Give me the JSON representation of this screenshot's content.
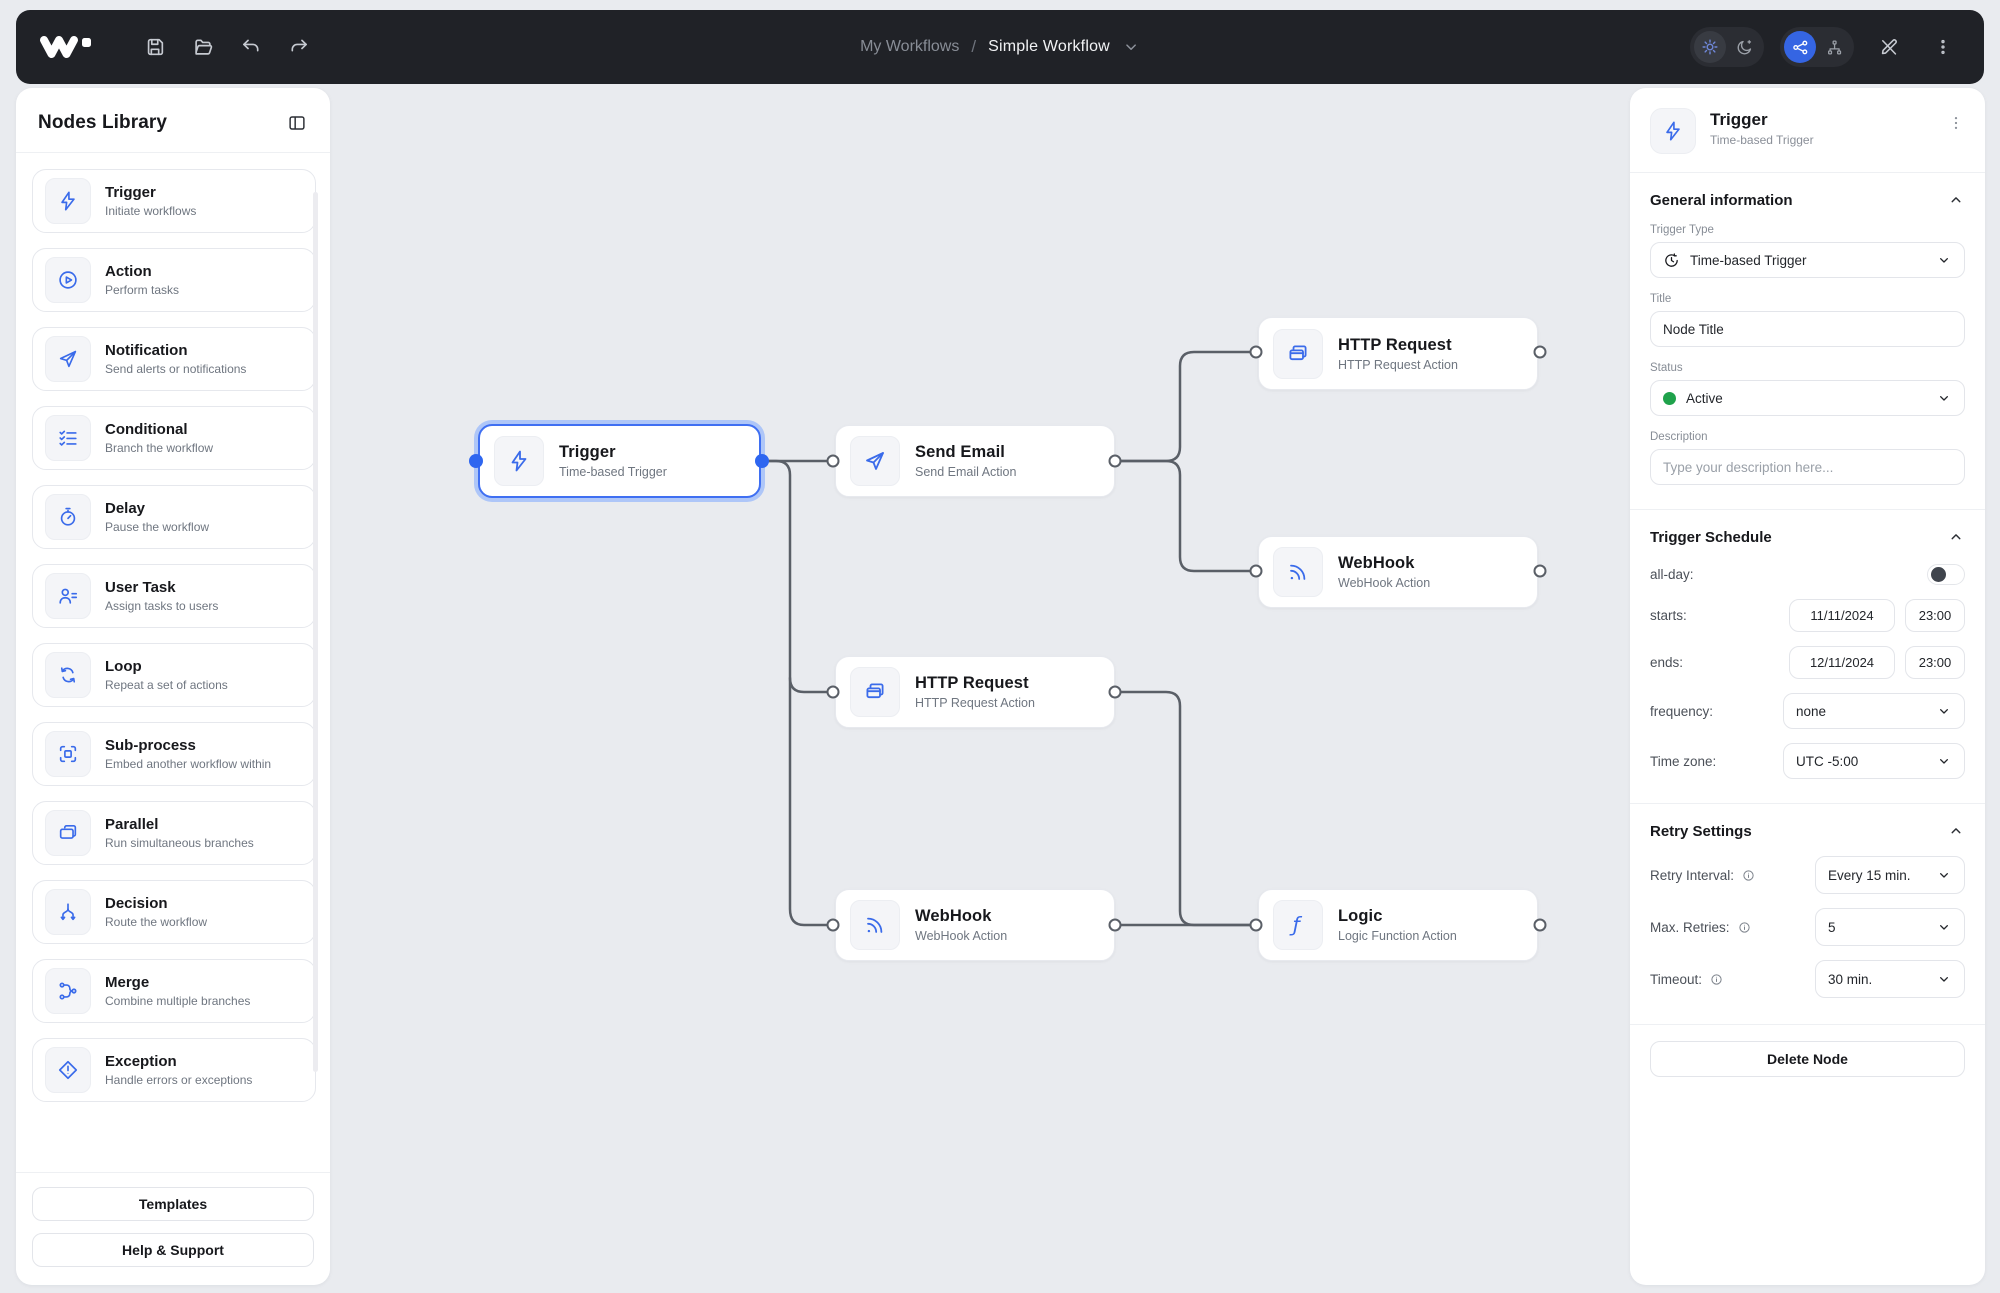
{
  "topbar": {
    "breadcrumb": {
      "parent": "My Workflows",
      "separator": "/",
      "current": "Simple Workflow"
    },
    "icons": [
      "save-icon",
      "folder-icon",
      "undo-icon",
      "redo-icon",
      "sun-icon",
      "moon-icon",
      "flow-horizontal-icon",
      "flow-vertical-icon",
      "pencil-slash-icon",
      "kebab-icon"
    ]
  },
  "sidebar": {
    "title": "Nodes Library",
    "collapse_icon": "panel-collapse-icon",
    "items": [
      {
        "label": "Trigger",
        "desc": "Initiate workflows",
        "icon": "bolt-icon"
      },
      {
        "label": "Action",
        "desc": "Perform tasks",
        "icon": "play-circle-icon"
      },
      {
        "label": "Notification",
        "desc": "Send alerts or notifications",
        "icon": "paper-plane-icon"
      },
      {
        "label": "Conditional",
        "desc": "Branch the workflow",
        "icon": "checklist-icon"
      },
      {
        "label": "Delay",
        "desc": "Pause the workflow",
        "icon": "stopwatch-icon"
      },
      {
        "label": "User Task",
        "desc": "Assign tasks to users",
        "icon": "user-task-icon"
      },
      {
        "label": "Loop",
        "desc": "Repeat a set of actions",
        "icon": "loop-icon"
      },
      {
        "label": "Sub-process",
        "desc": "Embed another workflow within",
        "icon": "frame-icon"
      },
      {
        "label": "Parallel",
        "desc": "Run simultaneous branches",
        "icon": "layers-icon"
      },
      {
        "label": "Decision",
        "desc": "Route the workflow",
        "icon": "split-icon"
      },
      {
        "label": "Merge",
        "desc": "Combine multiple branches",
        "icon": "merge-icon"
      },
      {
        "label": "Exception",
        "desc": "Handle errors or exceptions",
        "icon": "warning-diamond-icon"
      }
    ],
    "templates_label": "Templates",
    "help_label": "Help & Support"
  },
  "canvas": {
    "nodes": [
      {
        "title": "Trigger",
        "subtitle": "Time-based Trigger",
        "icon": "bolt-icon",
        "selected": true
      },
      {
        "title": "Send Email",
        "subtitle": "Send Email Action",
        "icon": "paper-plane-icon"
      },
      {
        "title": "HTTP Request",
        "subtitle": "HTTP Request Action",
        "icon": "browser-windows-icon"
      },
      {
        "title": "WebHook",
        "subtitle": "WebHook Action",
        "icon": "rss-icon"
      },
      {
        "title": "HTTP Request",
        "subtitle": "HTTP Request Action",
        "icon": "browser-windows-icon"
      },
      {
        "title": "WebHook",
        "subtitle": "WebHook Action",
        "icon": "rss-icon"
      },
      {
        "title": "Logic",
        "subtitle": "Logic Function Action",
        "icon": "function-icon"
      }
    ]
  },
  "inspector": {
    "title": "Trigger",
    "subtitle": "Time-based Trigger",
    "general": {
      "title": "General information",
      "trigger_type_label": "Trigger Type",
      "trigger_type_value": "Time-based Trigger",
      "title_label": "Title",
      "title_value": "Node Title",
      "status_label": "Status",
      "status_value": "Active",
      "description_label": "Description",
      "description_placeholder": "Type your description here..."
    },
    "schedule": {
      "title": "Trigger Schedule",
      "allday_label": "all-day:",
      "starts_label": "starts:",
      "starts_date": "11/11/2024",
      "starts_time": "23:00",
      "ends_label": "ends:",
      "ends_date": "12/11/2024",
      "ends_time": "23:00",
      "frequency_label": "frequency:",
      "frequency_value": "none",
      "timezone_label": "Time zone:",
      "timezone_value": "UTC -5:00"
    },
    "retry": {
      "title": "Retry Settings",
      "interval_label": "Retry Interval:",
      "interval_value": "Every 15 min.",
      "max_label": "Max. Retries:",
      "max_value": "5",
      "timeout_label": "Timeout:",
      "timeout_value": "30 min."
    },
    "delete_label": "Delete Node"
  },
  "colors": {
    "accent": "#3f6ff2",
    "icon_blue": "#3a6bea",
    "status_active": "#1fa24b",
    "edge": "#5a5f67",
    "topbar_bg": "#202227",
    "canvas_bg": "#e9ebef"
  }
}
